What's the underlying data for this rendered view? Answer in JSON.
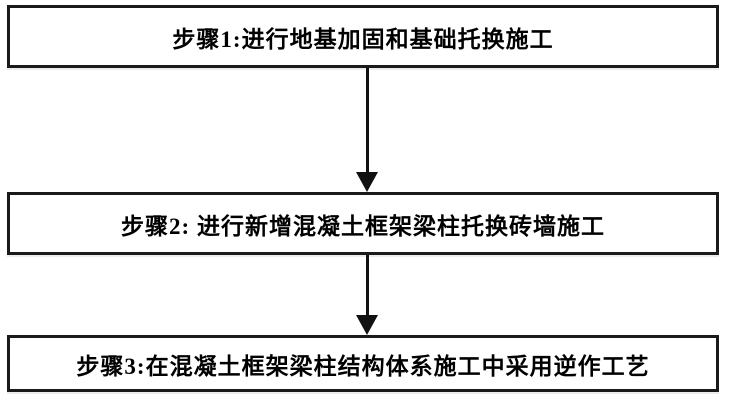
{
  "diagram": {
    "type": "flowchart",
    "direction": "top-down",
    "steps": [
      {
        "label": "步骤1:进行地基加固和基础托换施工"
      },
      {
        "label": "步骤2: 进行新增混凝土框架梁柱托换砖墙施工"
      },
      {
        "label": "步骤3:在混凝土框架梁柱结构体系施工中采用逆作工艺"
      }
    ],
    "connectors": [
      {
        "from_step": 1,
        "to_step": 2,
        "type": "arrow-down"
      },
      {
        "from_step": 2,
        "to_step": 3,
        "type": "arrow-down"
      }
    ],
    "colors": {
      "border": "#1a1a1a",
      "background": "#ffffff",
      "text": "#000000",
      "arrow": "#111111"
    }
  }
}
